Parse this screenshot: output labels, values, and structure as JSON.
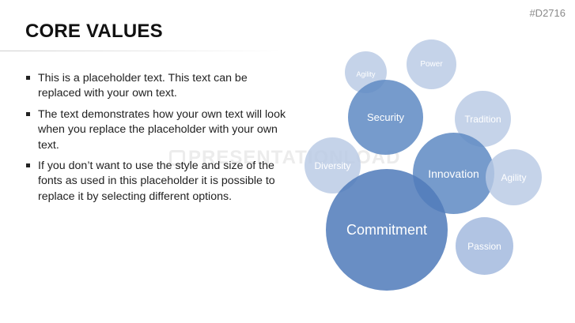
{
  "slide": {
    "id": "#D2716",
    "title": "CORE VALUES",
    "watermark": "PRESENTATIONLOAD",
    "bullets": [
      "This is a placeholder text. This text can be replaced with your own text.",
      "The text demonstrates how your own text will look when you replace the placeholder with your own text.",
      "If you don’t want to use the style and size of the fonts as used in this placeholder it is possible to replace it by selecting different options."
    ]
  },
  "bubbles": {
    "agility_small": "Agility",
    "power": "Power",
    "security": "Security",
    "tradition": "Tradition",
    "diversity": "Diversity",
    "innovation": "Innovation",
    "agility": "Agility",
    "commitment": "Commitment",
    "passion": "Passion"
  },
  "colors": {
    "light_bubble": "#b8c9e4",
    "medium_bubble": "#608ac4",
    "dark_bubble": "#507cba"
  }
}
